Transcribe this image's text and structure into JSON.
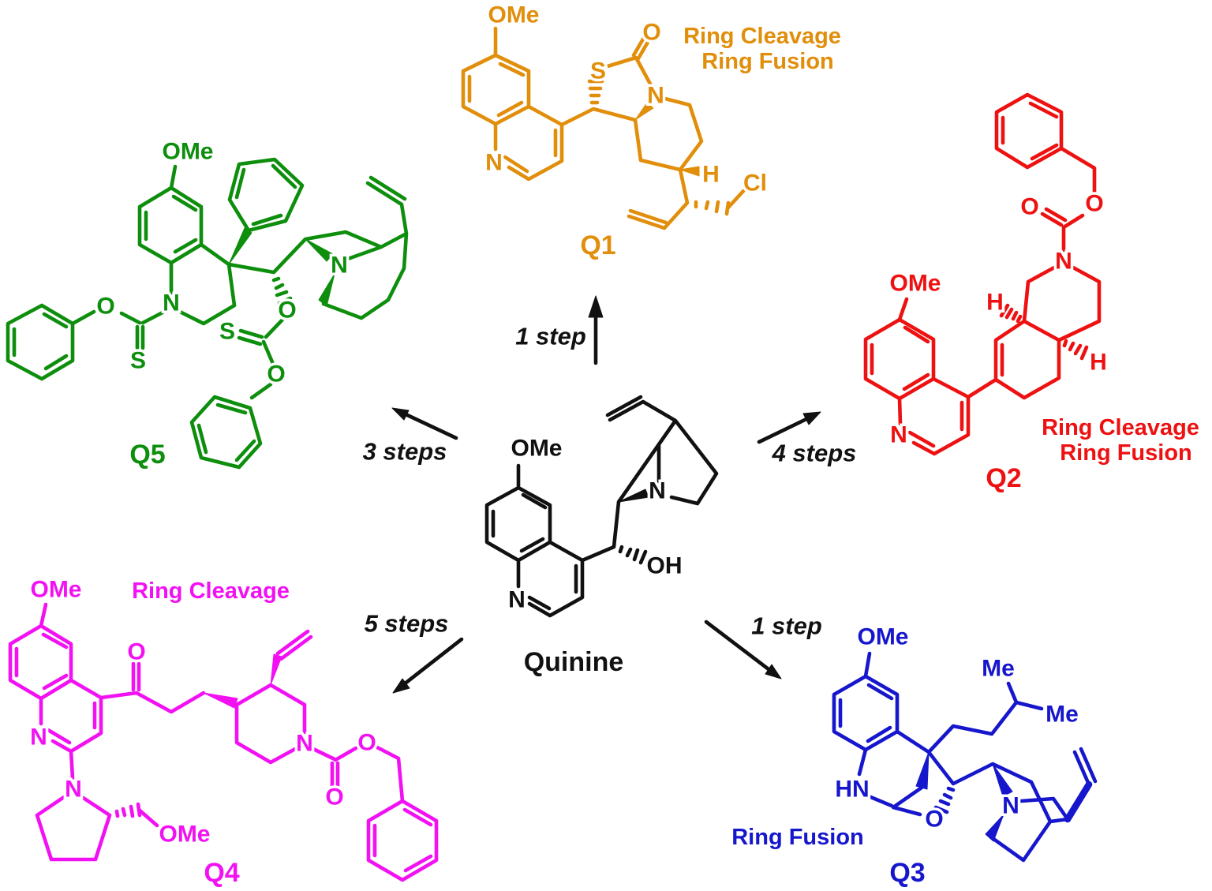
{
  "colors": {
    "black": "#111111",
    "q1_orange": "#E18E0B",
    "q2_red": "#EE1111",
    "q3_blue": "#1616CD",
    "q4_magenta": "#F211F2",
    "q5_green": "#0D8E0D"
  },
  "center": {
    "label": "Quinine",
    "atoms": {
      "ome": "OMe",
      "n": "N",
      "oh": "OH"
    }
  },
  "arrows": {
    "q1": "1 step",
    "q2": "4 steps",
    "q3": "1 step",
    "q4": "5 steps",
    "q5": "3 steps"
  },
  "q1": {
    "label": "Q1",
    "color": "#E18E0B",
    "ann1": "Ring Cleavage",
    "ann2": "Ring Fusion",
    "atoms": {
      "ome": "OMe",
      "o": "O",
      "s": "S",
      "n": "N",
      "npy": "N",
      "h": "H",
      "cl": "Cl"
    }
  },
  "q2": {
    "label": "Q2",
    "color": "#EE1111",
    "ann1": "Ring Cleavage",
    "ann2": "Ring Fusion",
    "atoms": {
      "ome": "OMe",
      "o1": "O",
      "o2": "O",
      "n": "N",
      "npy": "N",
      "h1": "H",
      "h2": "H"
    }
  },
  "q3": {
    "label": "Q3",
    "color": "#1616CD",
    "ann1": "Ring Fusion",
    "atoms": {
      "ome": "OMe",
      "me1": "Me",
      "me2": "Me",
      "hn": "HN",
      "o": "O",
      "n": "N"
    }
  },
  "q4": {
    "label": "Q4",
    "color": "#F211F2",
    "ann1": "Ring Cleavage",
    "atoms": {
      "ome_top": "OMe",
      "o_ketone": "O",
      "n_quinoline": "N",
      "n_pyrrolidine": "N",
      "ome_bottom": "OMe",
      "n_piperidine": "N",
      "o_ester": "O",
      "o_carbonyl": "O"
    }
  },
  "q5": {
    "label": "Q5",
    "color": "#0D8E0D",
    "atoms": {
      "ome": "OMe",
      "o1": "O",
      "n1": "N",
      "s1": "S",
      "s2": "S",
      "o2": "O",
      "o3": "O",
      "n2": "N"
    }
  }
}
